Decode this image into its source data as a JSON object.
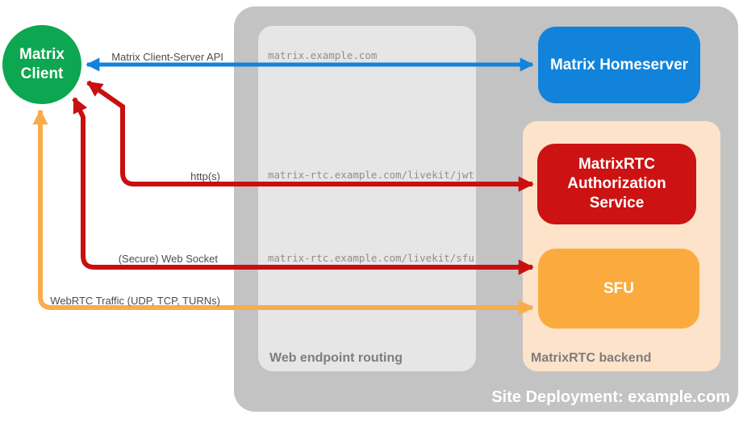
{
  "diagram": {
    "title": "Site Deployment: example.com",
    "client": {
      "label": "Matrix Client"
    },
    "homeserver": {
      "label": "Matrix Homeserver"
    },
    "routing": {
      "label": "Web endpoint routing",
      "endpoints": [
        {
          "host": "matrix.example.com"
        },
        {
          "host": "matrix-rtc.example.com/livekit/jwt"
        },
        {
          "host": "matrix-rtc.example.com/livekit/sfu"
        }
      ]
    },
    "backend": {
      "label": "MatrixRTC backend",
      "services": [
        {
          "label": "MatrixRTC Authorization Service"
        },
        {
          "label": "SFU"
        }
      ]
    },
    "connections": [
      {
        "label": "Matrix Client-Server API",
        "color": "blue",
        "from": "Matrix Client",
        "to": "Matrix Homeserver"
      },
      {
        "label": "http(s)",
        "color": "red",
        "from": "Matrix Client",
        "to": "MatrixRTC Authorization Service"
      },
      {
        "label": "(Secure) Web Socket",
        "color": "red",
        "from": "Matrix Client",
        "to": "SFU"
      },
      {
        "label": "WebRTC Traffic (UDP, TCP, TURNs)",
        "color": "orange",
        "from": "Matrix Client",
        "to": "SFU"
      }
    ]
  },
  "colors": {
    "green": "#0CA750",
    "blue": "#1283DB",
    "red": "#C90F0F",
    "red_box": "#CC1212",
    "orange": "#F9AC4D",
    "orange_box": "#FBAB3D",
    "peach": "#FCE3CA",
    "outer_gray": "#C3C3C3",
    "inner_gray": "#E6E6E6",
    "label_gray": "#4D4D4D",
    "url_gray": "#8F8F8F",
    "zone_label_gray": "#7D7D7D"
  }
}
